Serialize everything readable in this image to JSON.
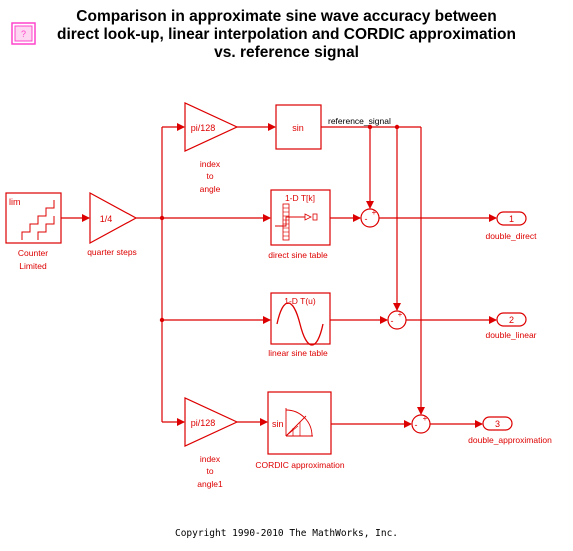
{
  "title": {
    "line1": "Comparison in approximate sine wave accuracy between",
    "line2": "direct look-up, linear interpolation and CORDIC approximation",
    "line3": "vs. reference signal"
  },
  "help_icon": {
    "symbol": "?",
    "icon": "help-icon"
  },
  "copyright": "Copyright 1990-2010 The MathWorks, Inc.",
  "colors": {
    "model": "#dd0000",
    "text": "#000000",
    "help_pink": "#ff44cc"
  },
  "blocks": {
    "counter": {
      "glyph": "lim",
      "label_line1": "Counter",
      "label_line2": "Limited"
    },
    "gain_quarter": {
      "text": "1/4",
      "label": "quarter steps"
    },
    "gain_pi1": {
      "text": "pi/128",
      "label_line1": "index",
      "label_line2": "to",
      "label_line3": "angle"
    },
    "sin": {
      "text": "sin"
    },
    "direct_table": {
      "text": "1-D T[k]",
      "label": "direct sine table"
    },
    "linear_table": {
      "text": "1-D T(u)",
      "label": "linear sine table"
    },
    "gain_pi2": {
      "text": "pi/128",
      "label_line1": "index",
      "label_line2": "to",
      "label_line3": "angle1"
    },
    "cordic": {
      "text": "sin",
      "label": "CORDIC approximation"
    },
    "sum_sign_plus": "+",
    "sum_sign_minus": "-"
  },
  "signals": {
    "reference": "reference_signal"
  },
  "outports": [
    {
      "number": "1",
      "label": "double_direct"
    },
    {
      "number": "2",
      "label": "double_linear"
    },
    {
      "number": "3",
      "label": "double_approximation"
    }
  ]
}
